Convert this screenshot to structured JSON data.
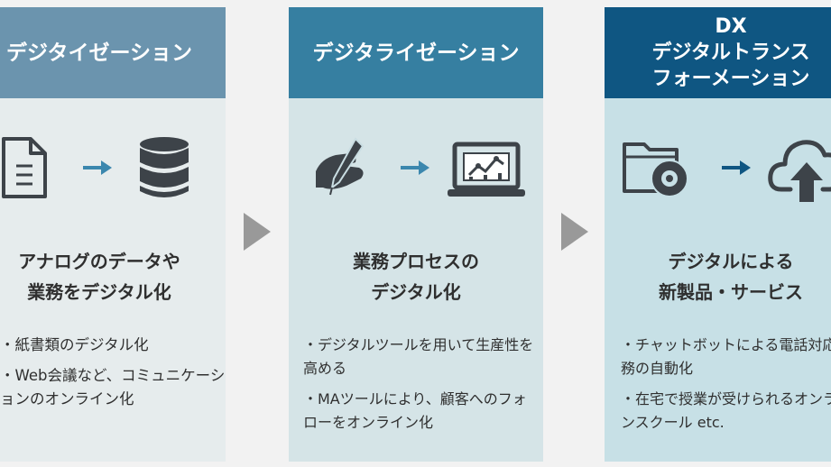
{
  "stages": [
    {
      "heading": "デジタイゼーション",
      "title_lines": [
        "アナログのデータや",
        "業務をデジタル化"
      ],
      "bullets": [
        "・紙書類のデジタル化",
        "・Web会議など、コミュニケーションのオンライン化"
      ],
      "icons": [
        "document-icon",
        "database-icon"
      ]
    },
    {
      "heading": "デジタライゼーション",
      "title_lines": [
        "業務プロセスの",
        "デジタル化"
      ],
      "bullets": [
        "・デジタルツールを用いて生産性を高める",
        "・MAツールにより、顧客へのフォローをオンライン化"
      ],
      "icons": [
        "hand-writing-icon",
        "laptop-chart-icon"
      ]
    },
    {
      "heading_lines": [
        "DX",
        "デジタルトランス",
        "フォーメーション"
      ],
      "title_lines": [
        "デジタルによる",
        "新製品・サービス"
      ],
      "bullets": [
        "・チャットボットによる電話対応業務の自動化",
        "・在宅で授業が受けられるオンラインスクール etc."
      ],
      "icons": [
        "folder-disc-icon",
        "cloud-upload-icon"
      ]
    }
  ],
  "colors": {
    "heading1": "#6b94ae",
    "heading2": "#367fa1",
    "heading3": "#0f5682",
    "flow_arrow": "#999999",
    "small_arrow": "#3b87ae",
    "icon": "#3d4349"
  }
}
